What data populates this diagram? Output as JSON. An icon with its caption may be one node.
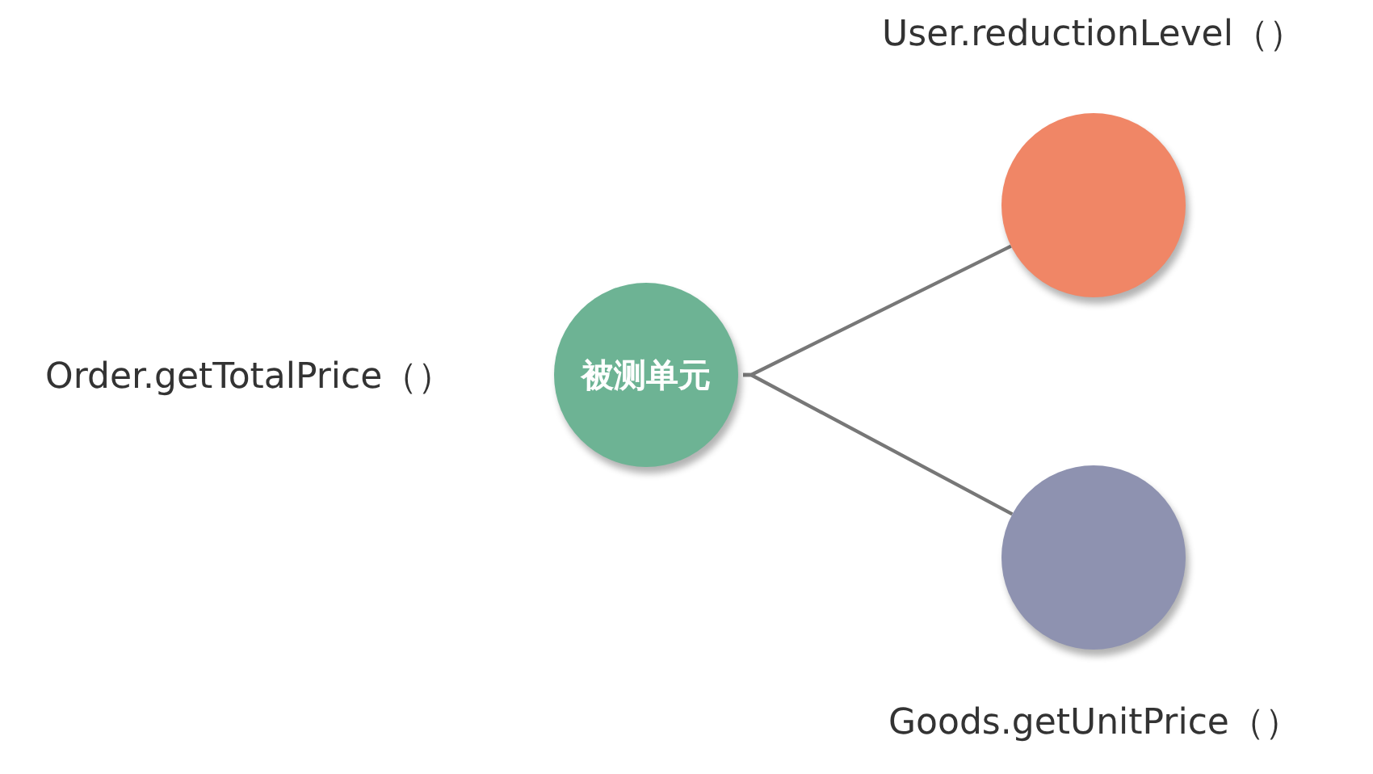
{
  "diagram": {
    "nodes": [
      {
        "text": [
          "被测单元"
        ],
        "beside": [
          "Order.getTotalPrice（）"
        ]
      },
      {
        "text": [],
        "shape": "circle",
        "beside": [
          "User.reductionLevel（）"
        ]
      },
      {
        "text": [],
        "shape": "circle",
        "beside": [
          "Goods.getUnitPrice（）"
        ]
      }
    ],
    "edges": [
      {
        "from": 0,
        "to": 1,
        "arrow": "none"
      },
      {
        "from": 0,
        "to": 2,
        "arrow": "none"
      }
    ]
  }
}
